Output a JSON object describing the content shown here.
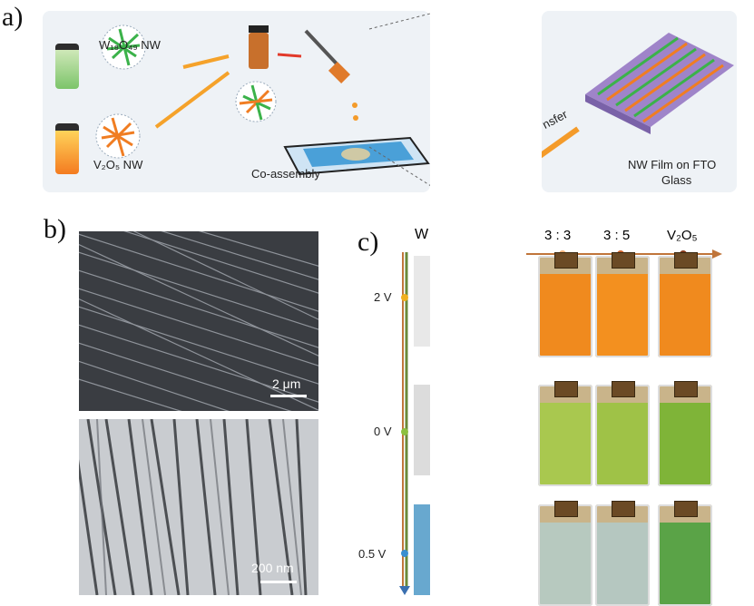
{
  "panel_labels": {
    "a": "a)",
    "b": "b)",
    "c": "c)"
  },
  "panel_a": {
    "w_label": "W₁₈O₄₉ NW",
    "v_label": "V₂O₅ NW",
    "coassembly_label": "Co-assembly",
    "transfer_fragment": "nsfer",
    "film_label_line1": "NW Film on FTO",
    "film_label_line2": "Glass"
  },
  "panel_b": {
    "sem_scale": "2 μm",
    "tem_scale": "200 nm"
  },
  "panel_c": {
    "header_w_fragment": "W",
    "column_headers": [
      "3 : 3",
      "3 : 5",
      "V₂O₅"
    ],
    "voltages": [
      "2 V",
      "0 V",
      "0.5 V"
    ],
    "row_colors": [
      [
        "#f08a1e",
        "#f3901f",
        "#f08a1e"
      ],
      [
        "#a9c84f",
        "#9fc247",
        "#7fb438"
      ],
      [
        "#b7c9bf",
        "#b5c7c0",
        "#5aa347"
      ]
    ],
    "left_strip_colors": [
      "#e8e8e8",
      "#dcdcdc",
      "#68a8cf"
    ]
  }
}
